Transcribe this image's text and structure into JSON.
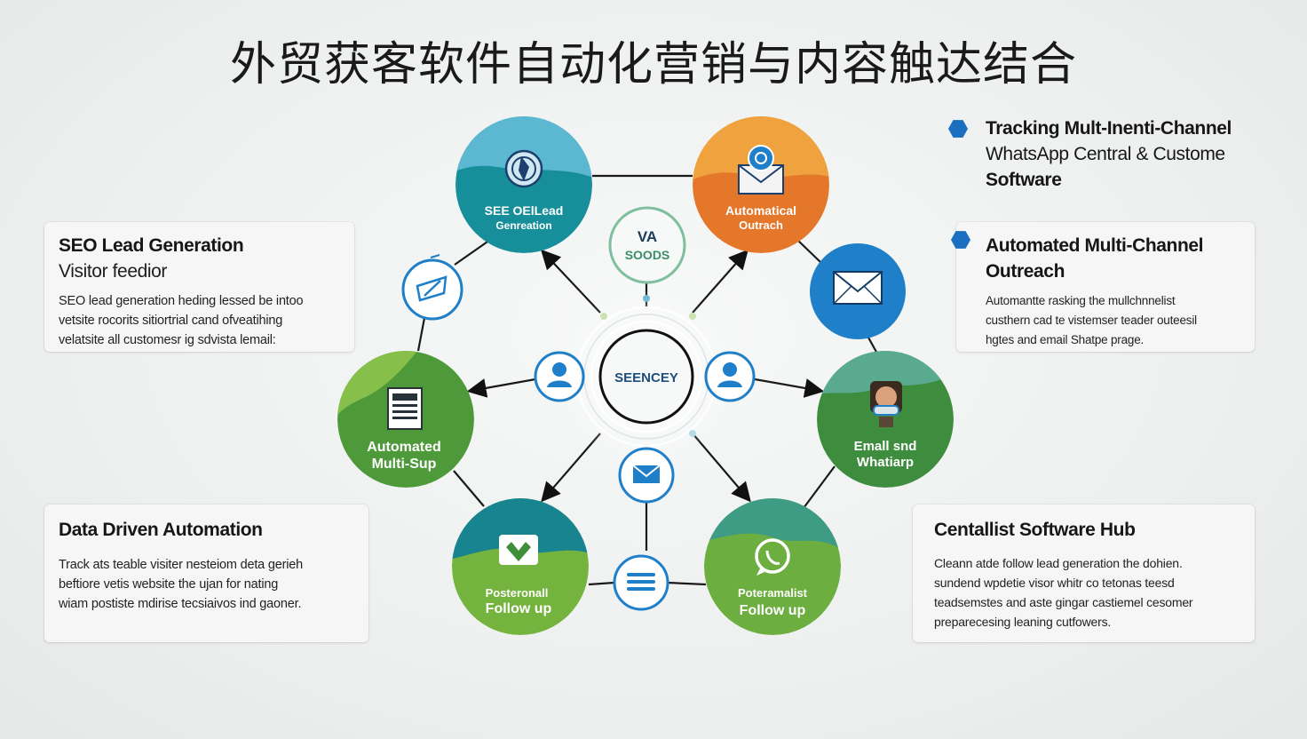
{
  "title": "外贸获客软件自动化营销与内容触达结合",
  "colors": {
    "teal": "#178f9b",
    "orange": "#e57a2b",
    "green": "#5a9e3b",
    "blue": "#1f7fc8",
    "accent_blue": "#1a6fc0"
  },
  "left_cards": [
    {
      "title": "SEO Lead Generation",
      "subtitle": "Visitor feedior",
      "body": [
        "SEO lead generation heding lessed be intoo",
        "vetsite rocorits sitiortrial cand ofveatihing",
        "velatsite all customesr ig sdvista lemail:"
      ]
    },
    {
      "title": "Data Driven Automation",
      "body": [
        "Track ats teable visiter nesteiom deta gerieh",
        "beftiore vetis website the ujan for nating",
        "wiam postiste mdirise tecsiaivos ind gaoner."
      ]
    }
  ],
  "right_legend": [
    {
      "lines": [
        "Tracking Mult-Inenti-Channel",
        "WhatsApp Central & Custome",
        "Software"
      ]
    },
    {
      "lines": [
        "Automated Multi-Channel",
        "Outreach"
      ],
      "body": [
        "Automantte rasking the mullchnnelist",
        "custhern cad te vistemser teader outeesil",
        "hgtes and email Shatpe prage."
      ]
    }
  ],
  "right_card": {
    "title": "Centallist Software Hub",
    "body": [
      "Cleann atde follow lead  generation the dohien.",
      "sundend wpdetie visor whitr co tetonas teesd",
      "teadsemstes and aste gingar castiemel cesomer",
      "preparecesing leaning cutfowers."
    ]
  },
  "nodes": {
    "seo": [
      "SEE OElLead",
      "Genreation"
    ],
    "outreach": [
      "Automatical",
      "Outrach"
    ],
    "auto": [
      "Automated",
      "Multi-Sup"
    ],
    "email": [
      "Emall snd",
      "Whatiarp"
    ],
    "follow_left": [
      "Posteronall",
      "Follow up"
    ],
    "follow_right": [
      "Poteramalist",
      "Follow up"
    ]
  },
  "center": {
    "label": "SEENCEY",
    "badge_top": "VA",
    "badge_bottom": "SOODS"
  },
  "icons": [
    "compass-icon",
    "email-icon",
    "envelope-icon",
    "document-icon",
    "person-avatar-icon",
    "whatsapp-icon",
    "chat-icon",
    "user-icon",
    "list-icon",
    "seo-tag-icon"
  ]
}
